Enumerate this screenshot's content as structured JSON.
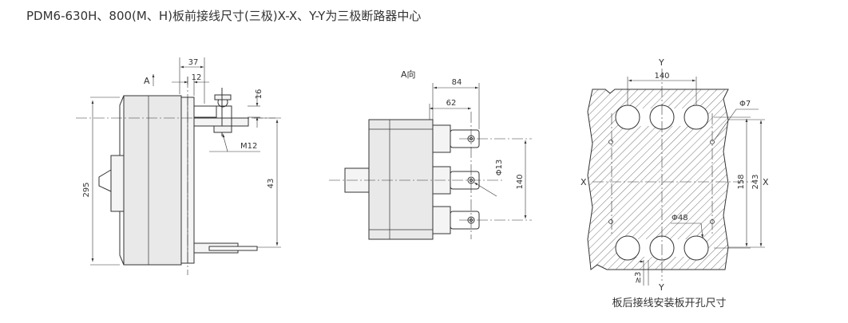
{
  "title": "PDM6-630H、800(M、H)板前接线尺寸(三极)X-X、Y-Y为三极断路器中心",
  "side_view": {
    "direction_label": "A",
    "dims": {
      "d37": "37",
      "d12": "12",
      "d16": "16",
      "m12": "M12",
      "d295": "295",
      "d43": "43"
    }
  },
  "front_view": {
    "direction_label": "A向",
    "dims": {
      "d84": "84",
      "d62": "62",
      "phi13": "Φ13",
      "d140": "140"
    }
  },
  "panel_view": {
    "axis_x_left": "X",
    "axis_x_right": "X",
    "axis_y_top": "Y",
    "axis_y_bottom": "Y",
    "dims": {
      "d140": "140",
      "phi7": "Φ7",
      "d158": "158",
      "d243": "243",
      "phi48": "Φ48",
      "ge3": "≥3"
    },
    "caption": "板后接线安装板开孔尺寸"
  }
}
